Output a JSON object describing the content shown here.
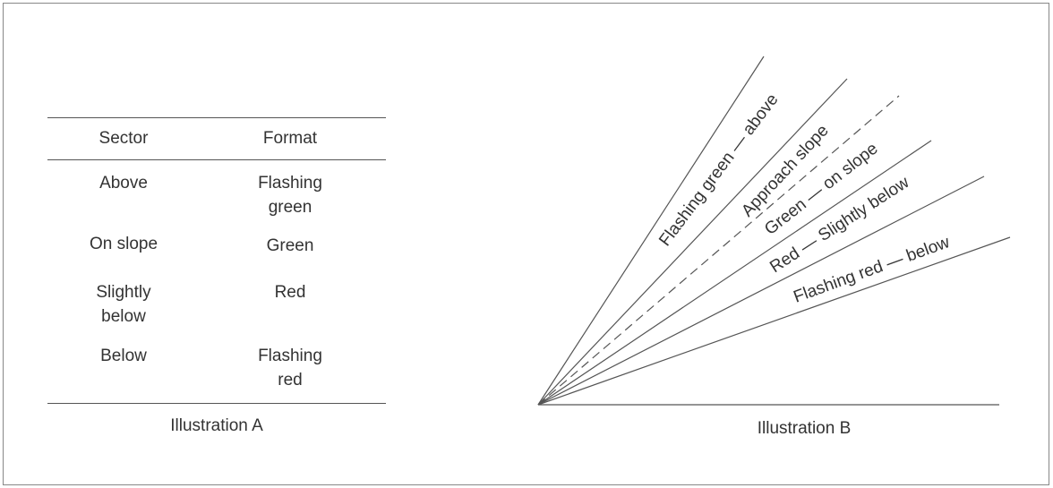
{
  "illustration_a": {
    "headers": [
      "Sector",
      "Format"
    ],
    "rows": [
      {
        "sector": [
          "Above"
        ],
        "format": [
          "Flashing",
          "green"
        ]
      },
      {
        "sector": [
          "On slope"
        ],
        "format": [
          "Green"
        ]
      },
      {
        "sector": [
          "Slightly",
          "below"
        ],
        "format": [
          "Red"
        ]
      },
      {
        "sector": [
          "Below"
        ],
        "format": [
          "Flashing",
          "red"
        ]
      }
    ],
    "caption": "Illustration A"
  },
  "illustration_b": {
    "sector_labels": [
      "Flashing green — above",
      "Approach slope",
      "Green — on slope",
      "Red — Slightly below",
      "Flashing red — below"
    ],
    "caption": "Illustration B"
  },
  "colors": {
    "line": "#555555",
    "text": "#333333",
    "border": "#888888"
  }
}
